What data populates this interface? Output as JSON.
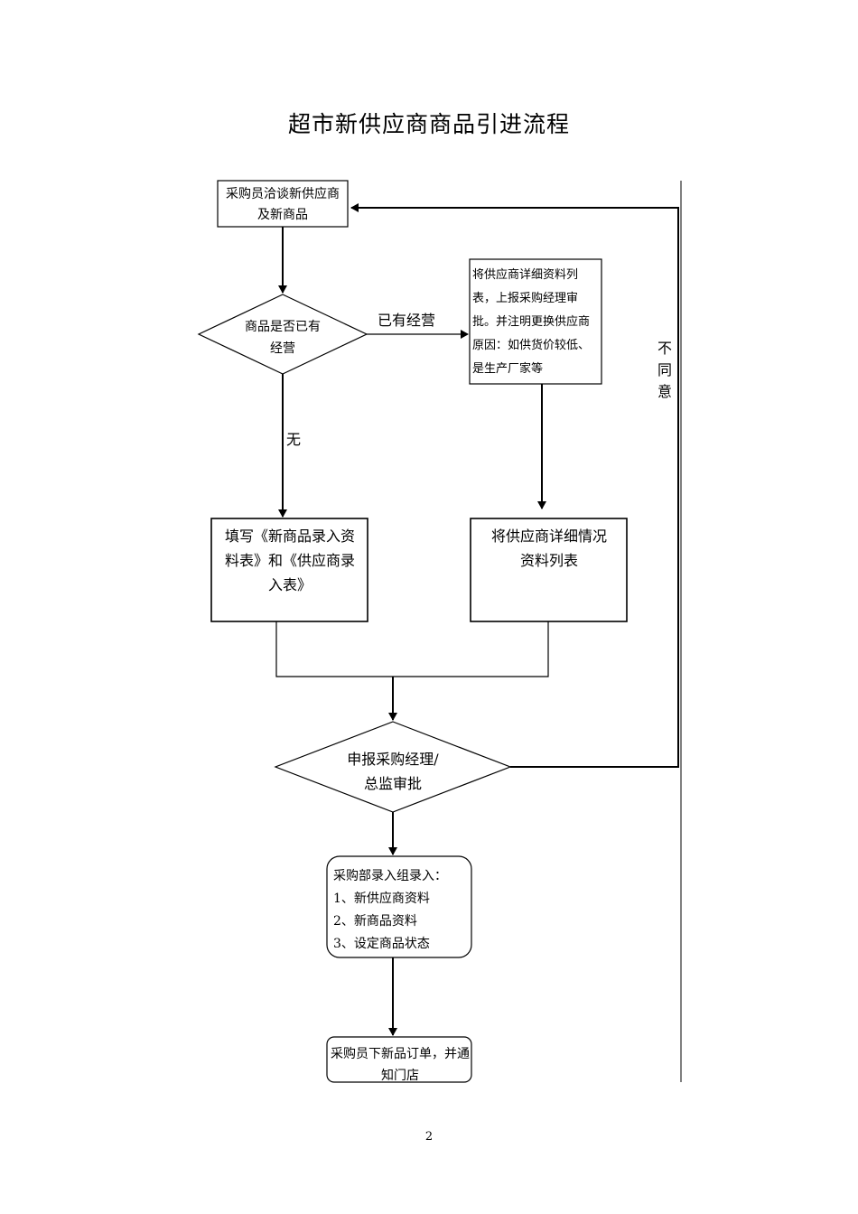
{
  "title": "超市新供应商商品引进流程",
  "nodes": {
    "start": "采购员洽谈新供应商\n及新商品",
    "decision_existing": "商品是否已有\n经营",
    "report_detail": "将供应商详细资料列\n表，上报采购经理审\n批。并注明更换供应商\n原因：如供货价较低、\n是生产厂家等",
    "fill_forms": "填写《新商品录入资\n料表》和《供应商录\n入表》",
    "list_detail": "将供应商详细情况\n资料列表",
    "approval": "申报采购经理/\n总监审批",
    "entry_group": {
      "heading": "采购部录入组录入：",
      "items": [
        "1、新供应商资料",
        "2、新商品资料",
        "3、设定商品状态"
      ]
    },
    "order": "采购员下新品订单，并通\n知门店"
  },
  "edge_labels": {
    "existing": "已有经营",
    "none": "无",
    "disagree": [
      "不",
      "同",
      "意"
    ]
  },
  "page_number": "2"
}
